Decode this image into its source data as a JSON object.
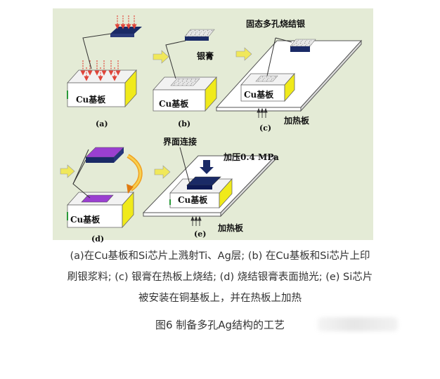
{
  "diagram": {
    "labels": {
      "cu_substrate": "Cu基板",
      "silver_paste": "银膏",
      "porous_silver": "固态多孔烧结银",
      "hot_plate": "加热板",
      "interface": "界面连接",
      "pressure": "加压0.4 MPa"
    },
    "steps": [
      "(a)",
      "(b)",
      "(c)",
      "(d)",
      "(e)"
    ]
  },
  "caption": {
    "line1": "(a)在Cu基板和Si芯片上溅射Ti、Ag层; (b) 在Cu基板和Si芯片上印",
    "line2": "刷银浆料; (c) 银膏在热板上烧结; (d) 烧结银膏表面抛光; (e) Si芯片",
    "line3": "被安装在铜基板上，并在热板上加热",
    "title": "图6  制备多孔Ag结构的工艺"
  },
  "colors": {
    "panel_bg": "#e4ebd6",
    "block_top": "#f2f2f2",
    "block_front": "#ffffff",
    "block_side": "#f0ea1a",
    "chip_navy": "#1a2a66",
    "chip_purple": "#9a3fd0",
    "arrow_yellow": "#f0e85a",
    "arrow_red": "#e0453a"
  }
}
